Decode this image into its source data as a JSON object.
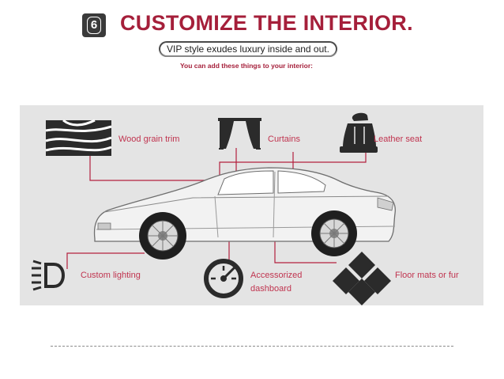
{
  "header": {
    "step_number": "6",
    "title": "CUSTOMIZE THE INTERIOR.",
    "subtitle": "VIP style exudes luxury inside and out.",
    "intro": "You can add these things to your interior:"
  },
  "features": {
    "wood_grain": "Wood grain trim",
    "curtains": "Curtains",
    "leather_seat": "Leather seat",
    "lighting": "Custom lighting",
    "dashboard_line1": "Accessorized",
    "dashboard_line2": "dashboard",
    "floor_mats": "Floor mats or fur"
  },
  "icons": [
    "wood-grain-icon",
    "curtains-icon",
    "leather-seat-icon",
    "light-icon",
    "gauge-icon",
    "floor-mats-icon",
    "car-illustration"
  ],
  "colors": {
    "accent": "#a51f3a",
    "label": "#c0344f",
    "panel": "#e4e4e4",
    "icon": "#2b2b2b"
  }
}
